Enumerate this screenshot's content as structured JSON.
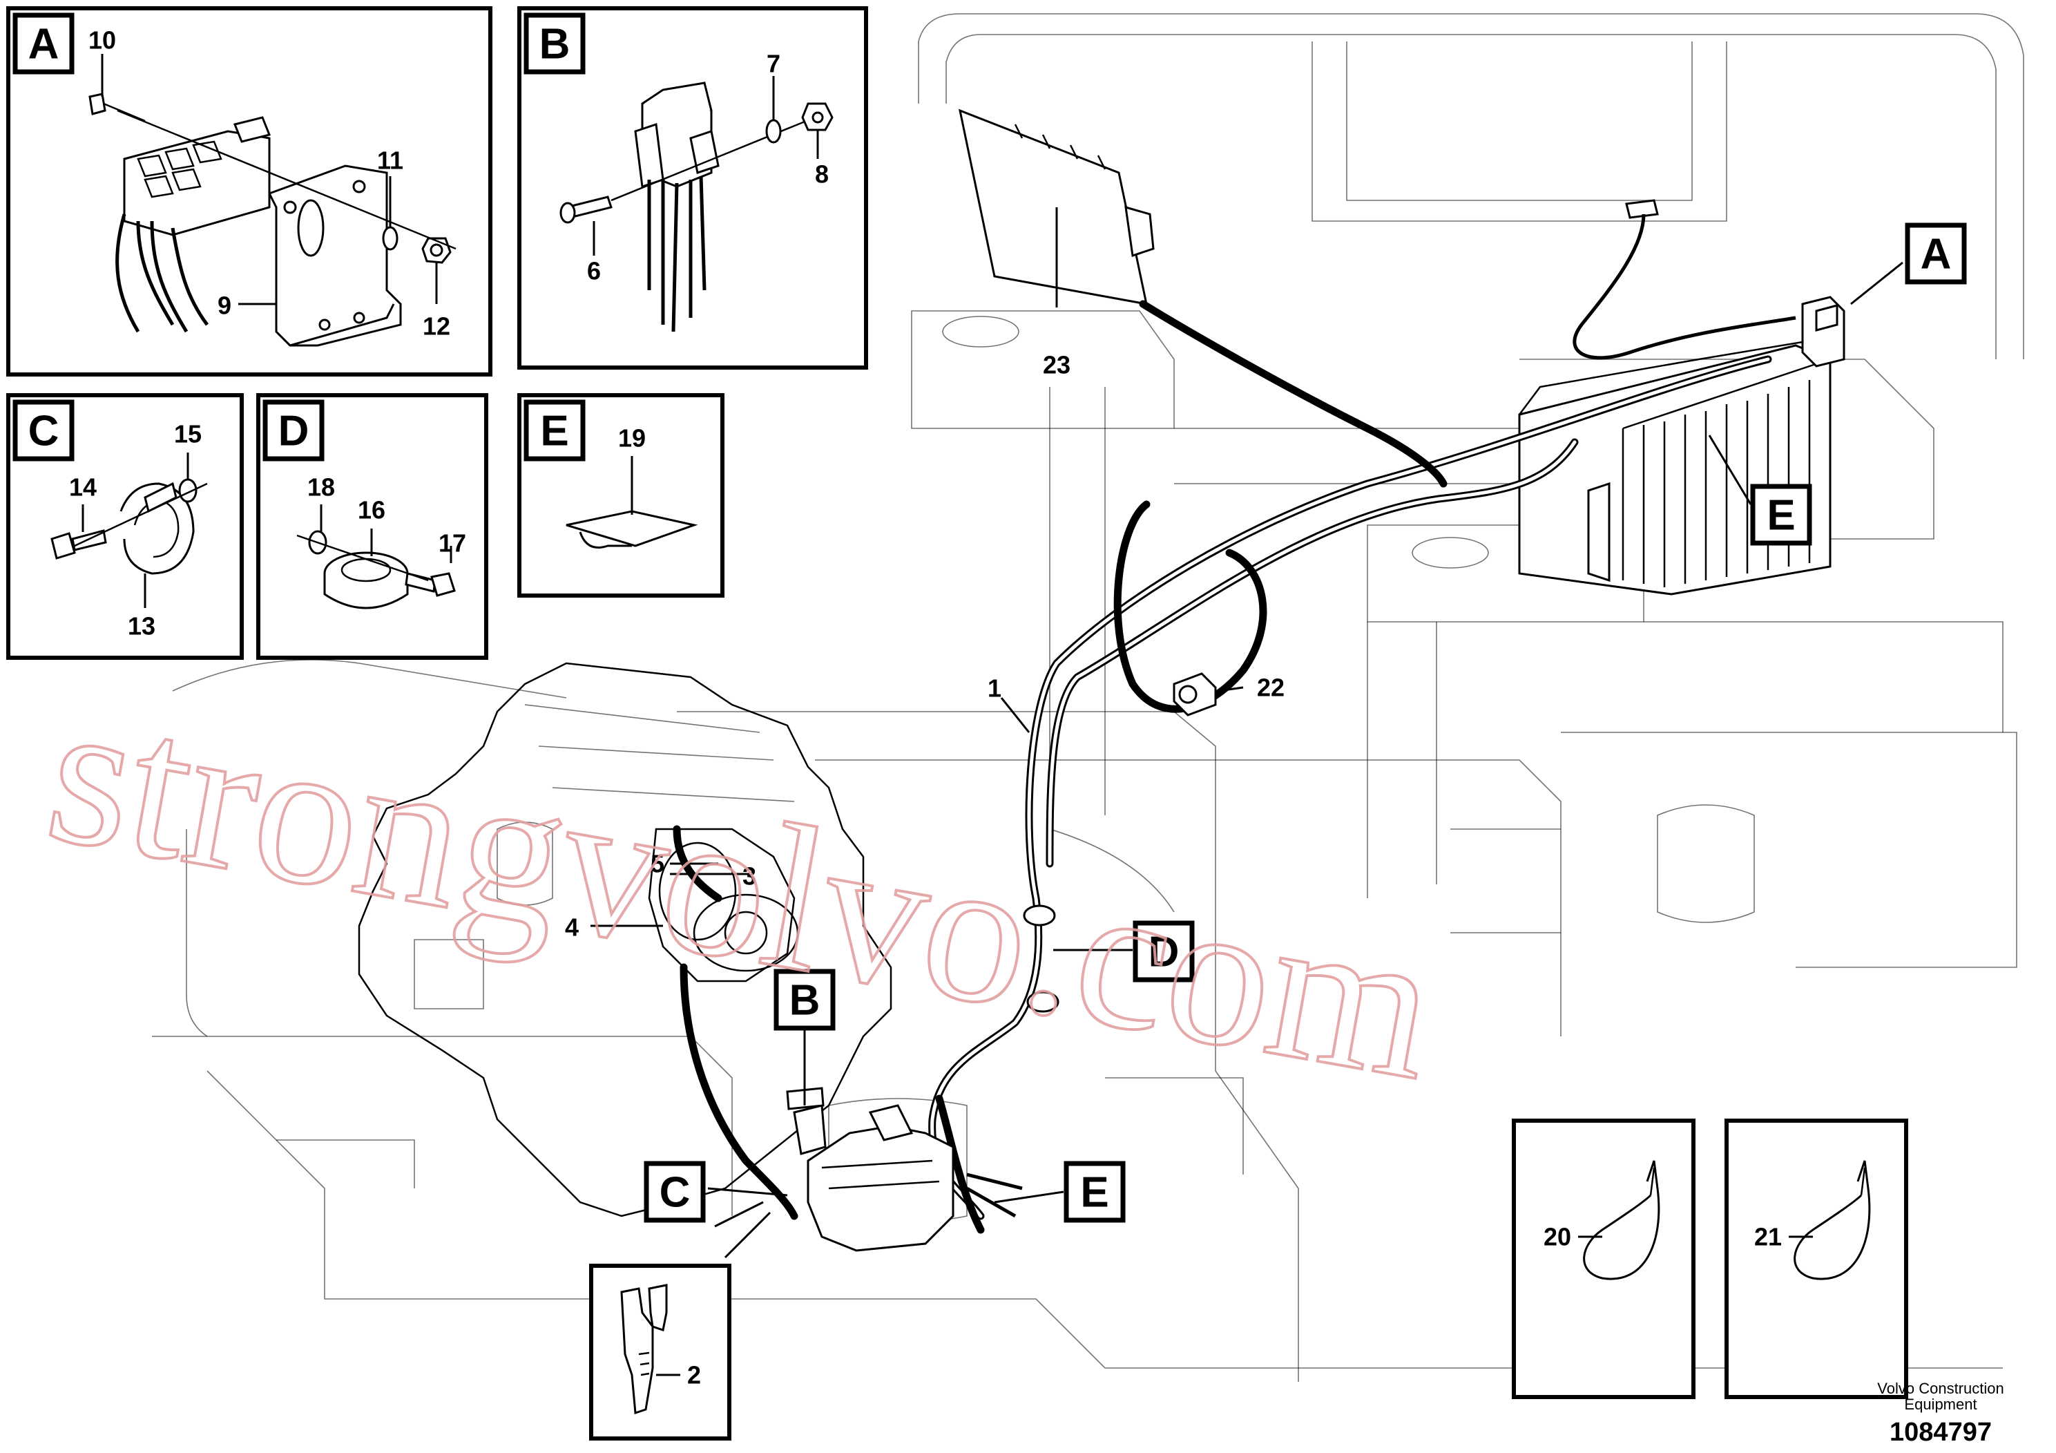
{
  "inset_tags": {
    "A": "A",
    "B": "B",
    "C": "C",
    "D": "D",
    "E": "E"
  },
  "callouts": {
    "p1": "1",
    "p2": "2",
    "p3": "3",
    "p4": "4",
    "p5": "5",
    "p6": "6",
    "p7": "7",
    "p8": "8",
    "p9": "9",
    "p10": "10",
    "p11": "11",
    "p12": "12",
    "p13": "13",
    "p14": "14",
    "p15": "15",
    "p16": "16",
    "p17": "17",
    "p18": "18",
    "p19": "19",
    "p20": "20",
    "p21": "21",
    "p22": "22",
    "p23": "23"
  },
  "watermark": "strongvolvo.com",
  "footer": {
    "company_line1": "Volvo Construction",
    "company_line2": "Equipment",
    "drawing_number": "1084797"
  }
}
